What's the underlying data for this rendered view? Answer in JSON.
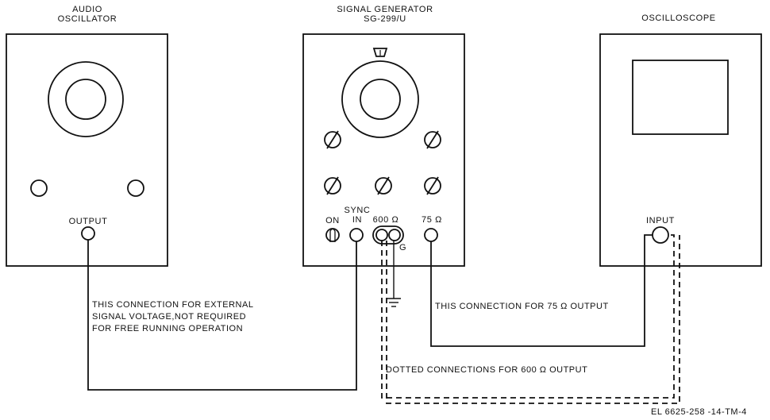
{
  "instruments": {
    "audio_oscillator": {
      "title_line1": "AUDIO",
      "title_line2": "OSCILLATOR",
      "output_label": "OUTPUT"
    },
    "signal_generator": {
      "title_line1": "SIGNAL GENERATOR",
      "title_line2": "SG-299/U",
      "on_label": "ON",
      "sync_label_line1": "SYNC",
      "sync_label_line2": "IN",
      "out600_label": "600 Ω",
      "out75_label": "75 Ω",
      "ground_label": "G"
    },
    "oscilloscope": {
      "title": "OSCILLOSCOPE",
      "input_label": "INPUT"
    }
  },
  "notes": {
    "external_line1": "THIS CONNECTION FOR EXTERNAL",
    "external_line2": "SIGNAL VOLTAGE,NOT REQUIRED",
    "external_line3": "FOR FREE RUNNING OPERATION",
    "conn_75": "THIS CONNECTION FOR 75 Ω OUTPUT",
    "conn_600": "DOTTED CONNECTIONS FOR 600 Ω OUTPUT"
  },
  "figure_id": "EL 6625-258 -14-TM-4"
}
